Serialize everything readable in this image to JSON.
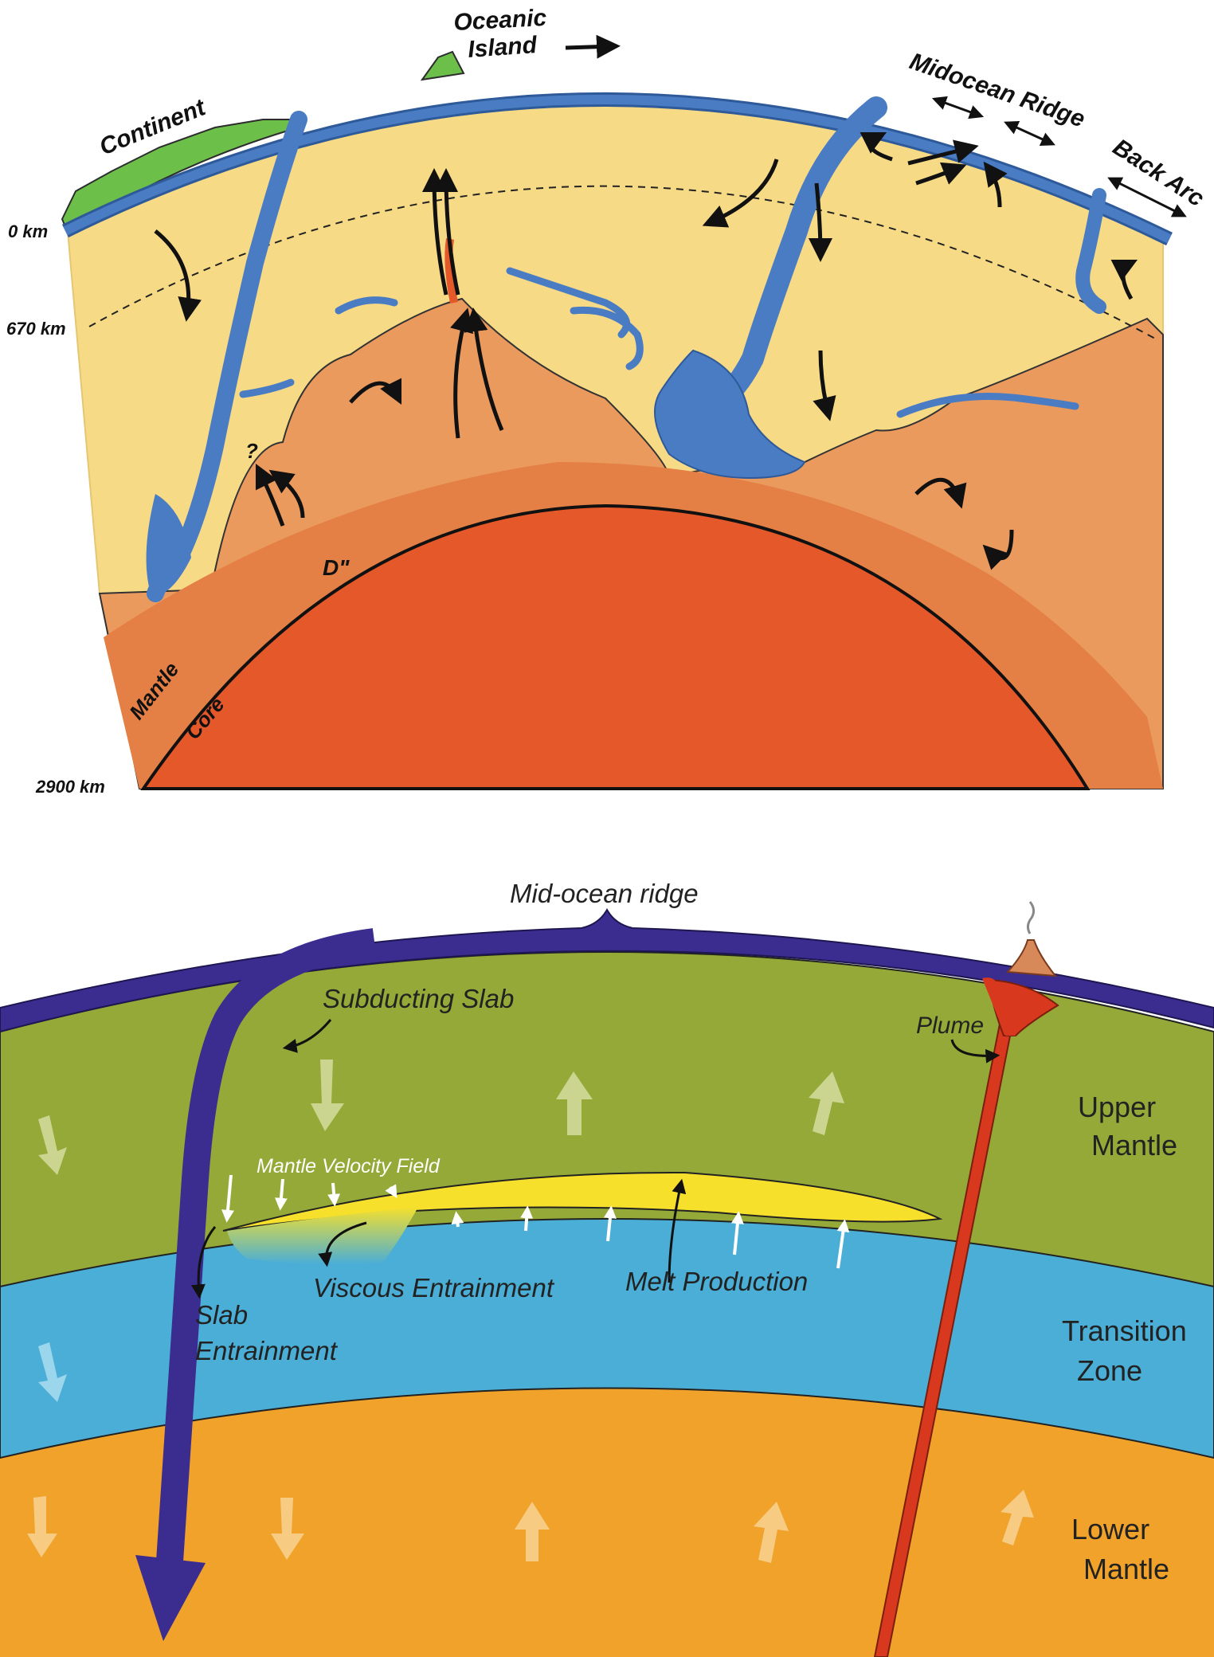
{
  "top_panel": {
    "labels": {
      "oceanic_island_line1": "Oceanic",
      "oceanic_island_line2": "Island",
      "continent": "Continent",
      "midocean_ridge": "Midocean Ridge",
      "back_arc": "Back Arc",
      "depth_0": "0 km",
      "depth_670": "670 km",
      "depth_2900": "2900 km",
      "d_double_prime": "D\"",
      "mantle": "Mantle",
      "core": "Core",
      "question_mark": "?"
    },
    "colors": {
      "upper_mantle": "#f7da86",
      "lower_mantle": "#eb9a5e",
      "d_layer": "#e47f45",
      "core": "#e4582a",
      "slab": "#4a7cc4",
      "continent": "#6cc04a"
    }
  },
  "bottom_panel": {
    "labels": {
      "mid_ocean_ridge": "Mid-ocean ridge",
      "subducting_slab": "Subducting Slab",
      "plume": "Plume",
      "upper_mantle_line1": "Upper",
      "upper_mantle_line2": "Mantle",
      "mantle_velocity_field": "Mantle Velocity Field",
      "viscous_entrainment": "Viscous Entrainment",
      "melt_production": "Melt Production",
      "slab_entrainment_line1": "Slab",
      "slab_entrainment_line2": "Entrainment",
      "transition_zone_line1": "Transition",
      "transition_zone_line2": "Zone",
      "lower_mantle_line1": "Lower",
      "lower_mantle_line2": "Mantle"
    },
    "colors": {
      "lithosphere": "#3b2d8f",
      "upper_mantle": "#94a937",
      "transition_zone": "#4aaed6",
      "lower_mantle": "#f0a22b",
      "melt": "#f6e02c",
      "plume": "#d8391e",
      "volcano": "#d7895a"
    }
  }
}
